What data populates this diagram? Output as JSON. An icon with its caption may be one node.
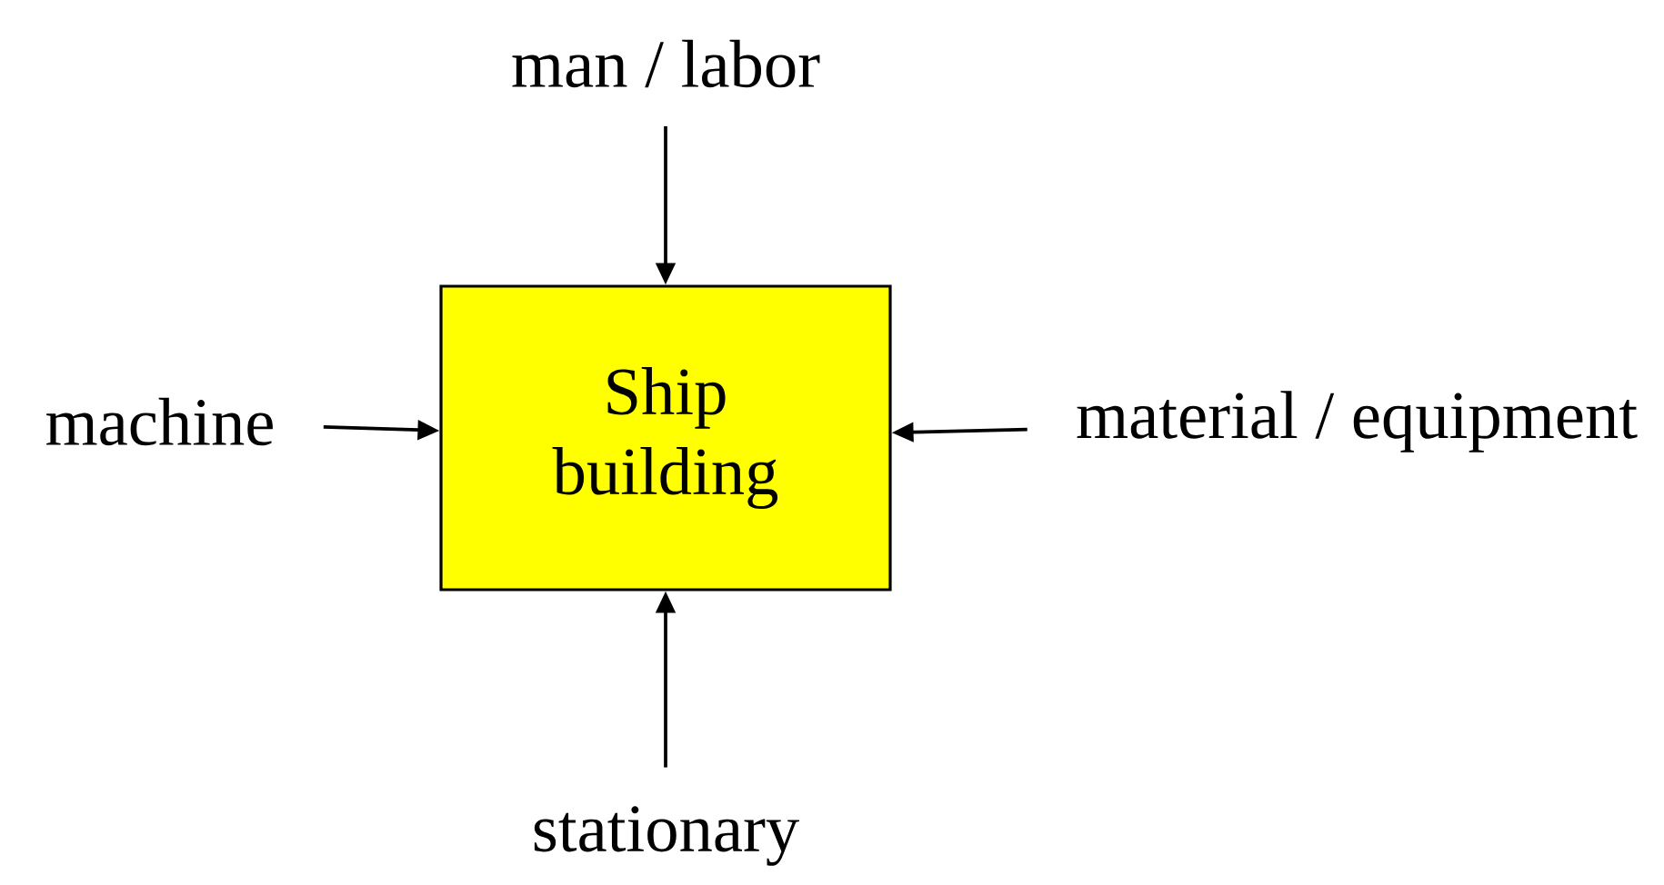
{
  "diagram": {
    "nodes": [
      {
        "text": [
          "Ship building"
        ]
      },
      {
        "text": [
          "man / labor"
        ]
      },
      {
        "text": [
          "machine"
        ]
      },
      {
        "text": [
          "material / equipment"
        ]
      },
      {
        "text": [
          "stationary"
        ]
      }
    ],
    "edges": [
      {
        "from": 1,
        "to": 0,
        "arrow": "to"
      },
      {
        "from": 2,
        "to": 0,
        "arrow": "to"
      },
      {
        "from": 3,
        "to": 0,
        "arrow": "to"
      },
      {
        "from": 4,
        "to": 0,
        "arrow": "to"
      }
    ]
  }
}
